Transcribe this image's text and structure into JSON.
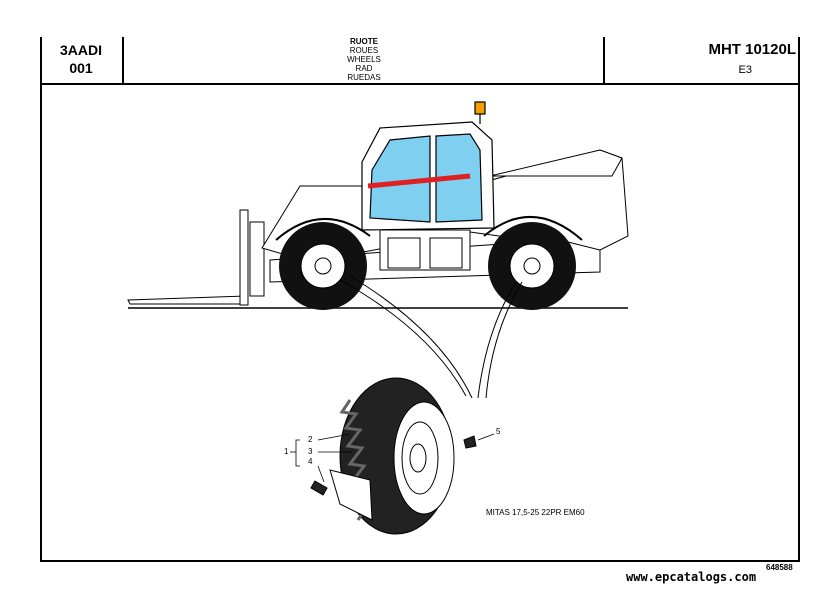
{
  "header": {
    "section_code": "3AADI",
    "page_code": "001",
    "titles": [
      "RUOTE",
      "ROUES",
      "WHEELS",
      "RAD",
      "RUEDAS"
    ],
    "model": "MHT 10120L",
    "model_sub": "E3"
  },
  "drawing": {
    "tyre_spec": "MITAS 17,5-25 22PR EM60",
    "callouts": [
      "1",
      "2",
      "3",
      "4",
      "5"
    ],
    "colors": {
      "glass": "#7fd0f0",
      "boom": "#e02020",
      "beacon": "#f0a000"
    }
  },
  "footer": {
    "plate_number": "648588",
    "watermark": "www.epcatalogs.com"
  }
}
